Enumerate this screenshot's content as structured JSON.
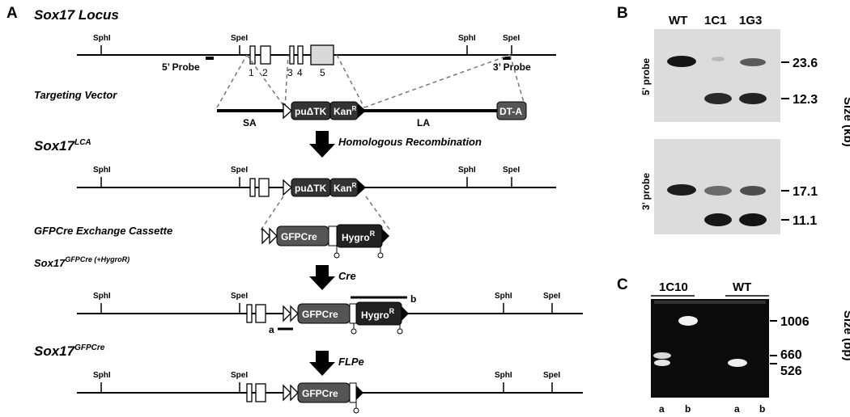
{
  "panel_a": {
    "letter": "A",
    "rows": {
      "locus": {
        "prefix": "Sox17",
        "title": "Locus"
      },
      "vector": {
        "title": "Targeting Vector"
      },
      "lca": {
        "title": "Sox17",
        "sup": "LCA"
      },
      "exchange": {
        "title": "GFPCre Exchange Cassette"
      },
      "hygro": {
        "title": "Sox17",
        "sup": "GFPCre (+HygroR)"
      },
      "final": {
        "title": "Sox17",
        "sup": "GFPCre"
      }
    },
    "sites": {
      "sphl": "SphI",
      "spel": "SpeI"
    },
    "probes": {
      "five": "5’ Probe",
      "three": "3’ Probe"
    },
    "exons": [
      "1",
      "2",
      "3",
      "4",
      "5"
    ],
    "arms": {
      "sa": "SA",
      "la": "LA"
    },
    "cassettes": {
      "puatk": "puΔTK",
      "kan": "Kan",
      "kan_sup": "R",
      "dta": "DT-A",
      "gfpcre": "GFPCre",
      "hygro": "Hygro",
      "hygro_sup": "R"
    },
    "steps": {
      "homologous": "Homologous Recombination",
      "cre": "Cre",
      "flpe": "FLPe"
    },
    "pcr_marks": {
      "a": "a",
      "b": "b"
    }
  },
  "panel_b": {
    "letter": "B",
    "lanes": [
      "WT",
      "1C1",
      "1G3"
    ],
    "probes": [
      "5’ probe",
      "3’ probe"
    ],
    "sizes_top": [
      "23.6",
      "12.3"
    ],
    "sizes_bottom": [
      "17.1",
      "11.1"
    ],
    "axis": "Size (kb)"
  },
  "panel_c": {
    "letter": "C",
    "groups": [
      "1C10",
      "WT"
    ],
    "lanes": [
      "a",
      "b",
      "a",
      "b"
    ],
    "sizes": [
      "1006",
      "660",
      "526"
    ],
    "axis": "Size (bp)"
  }
}
